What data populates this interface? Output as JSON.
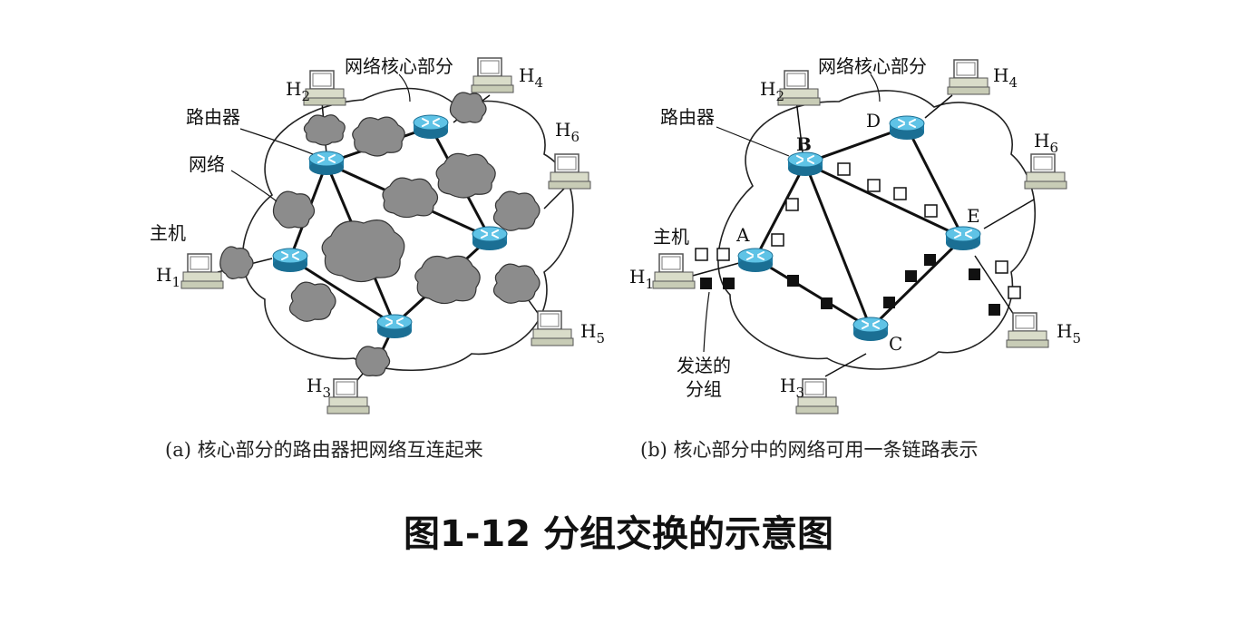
{
  "figure_caption": "图1-12 分组交换的示意图",
  "panel_a": {
    "caption": "(a)  核心部分的路由器把网络互连起来",
    "label_core": "网络核心部分",
    "label_router": "路由器",
    "label_network": "网络",
    "label_host": "主机",
    "hosts": [
      {
        "base": "H",
        "sub": "1"
      },
      {
        "base": "H",
        "sub": "2"
      },
      {
        "base": "H",
        "sub": "3"
      },
      {
        "base": "H",
        "sub": "4"
      },
      {
        "base": "H",
        "sub": "5"
      },
      {
        "base": "H",
        "sub": "6"
      }
    ]
  },
  "panel_b": {
    "caption": "(b)  核心部分中的网络可用一条链路表示",
    "label_core": "网络核心部分",
    "label_router": "路由器",
    "label_host": "主机",
    "label_packets_line1": "发送的",
    "label_packets_line2": "分组",
    "nodes": [
      "A",
      "B",
      "C",
      "D",
      "E"
    ],
    "hosts": [
      {
        "base": "H",
        "sub": "1"
      },
      {
        "base": "H",
        "sub": "2"
      },
      {
        "base": "H",
        "sub": "3"
      },
      {
        "base": "H",
        "sub": "4"
      },
      {
        "base": "H",
        "sub": "5"
      },
      {
        "base": "H",
        "sub": "6"
      }
    ]
  }
}
